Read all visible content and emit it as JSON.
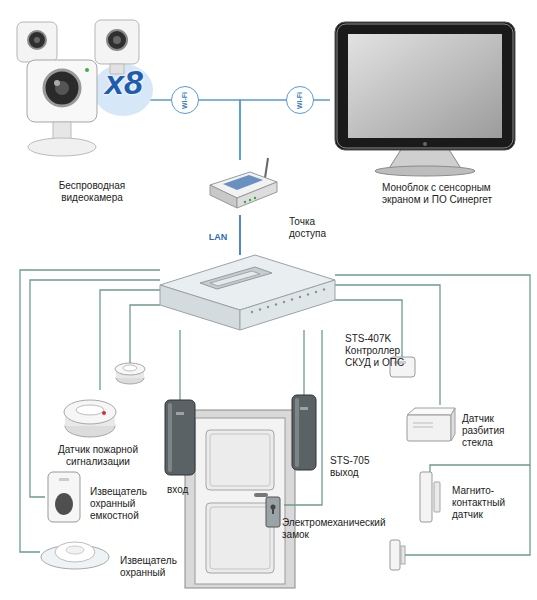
{
  "diagram": {
    "nodes": [
      {
        "text": [
          "x8",
          "Беспроводная видеокамера"
        ]
      },
      {
        "text": [
          "Точка доступа"
        ]
      },
      {
        "text": [
          "Моноблок с сенсорным экраном и ПО Синергет"
        ]
      },
      {
        "text": [
          "STS-407K Контроллер СКУД и ОПС"
        ]
      },
      {
        "text": [
          "Датчик пожарной сигнализации"
        ]
      },
      {
        "text": [
          "Извещатель охранный емкостной"
        ]
      },
      {
        "text": [
          "Извещатель охранный"
        ]
      },
      {
        "text": [
          "вход"
        ]
      },
      {
        "text": [
          "STS-705 выход"
        ]
      },
      {
        "text": [
          "Электромеханический замок"
        ]
      },
      {
        "text": [
          "Датчик разбития стекла"
        ]
      },
      {
        "text": [
          "Магнито-контактный датчик"
        ]
      }
    ],
    "edges": [
      {
        "from": 0,
        "to": 1,
        "label": "Wi-Fi",
        "arrow": "none"
      },
      {
        "from": 1,
        "to": 2,
        "label": "Wi-Fi",
        "arrow": "none"
      },
      {
        "from": 1,
        "to": 3,
        "label": "LAN",
        "arrow": "none"
      },
      {
        "from": 3,
        "to": 4,
        "arrow": "none"
      },
      {
        "from": 3,
        "to": 5,
        "arrow": "none"
      },
      {
        "from": 3,
        "to": 6,
        "arrow": "none"
      },
      {
        "from": 3,
        "to": 7,
        "arrow": "none"
      },
      {
        "from": 3,
        "to": 8,
        "arrow": "none"
      },
      {
        "from": 3,
        "to": 9,
        "arrow": "none"
      },
      {
        "from": 3,
        "to": 10,
        "arrow": "none"
      },
      {
        "from": 3,
        "to": 11,
        "arrow": "none"
      }
    ]
  }
}
